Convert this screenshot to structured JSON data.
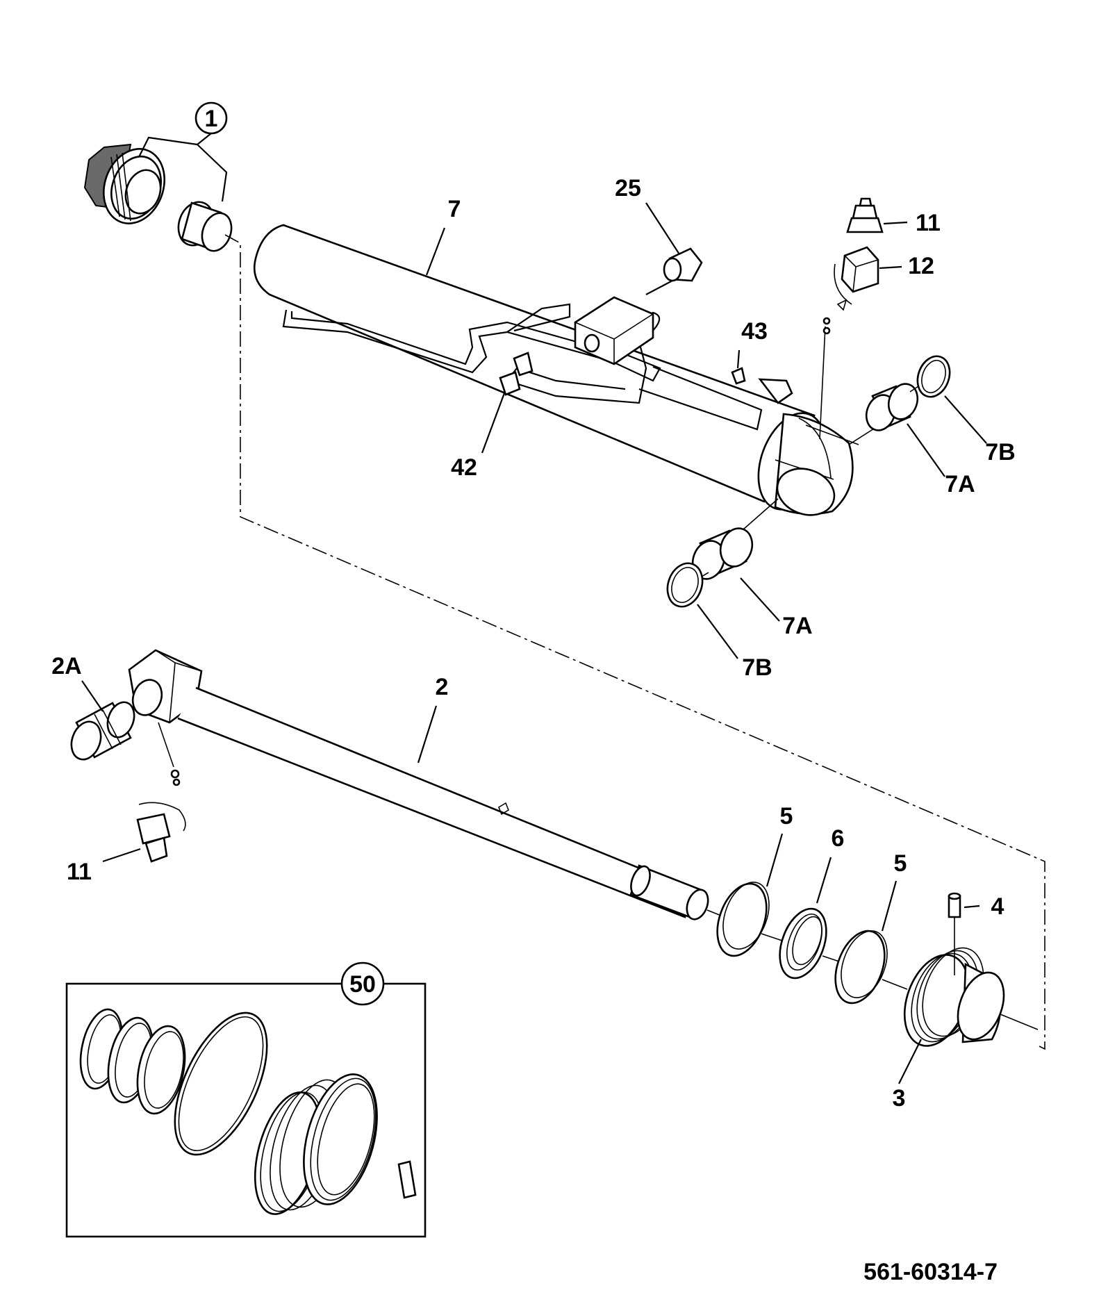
{
  "drawing_number": "561-60314-7",
  "callouts": {
    "c1": "1",
    "c7": "7",
    "c25": "25",
    "c11_top": "11",
    "c12": "12",
    "c43": "43",
    "c42": "42",
    "c7b_right": "7B",
    "c7a_right": "7A",
    "c7a_lower": "7A",
    "c7b_lower": "7B",
    "c2a": "2A",
    "c2": "2",
    "c11_bottom": "11",
    "c5_left": "5",
    "c6": "6",
    "c5_right": "5",
    "c4": "4",
    "c3": "3",
    "c50": "50"
  }
}
